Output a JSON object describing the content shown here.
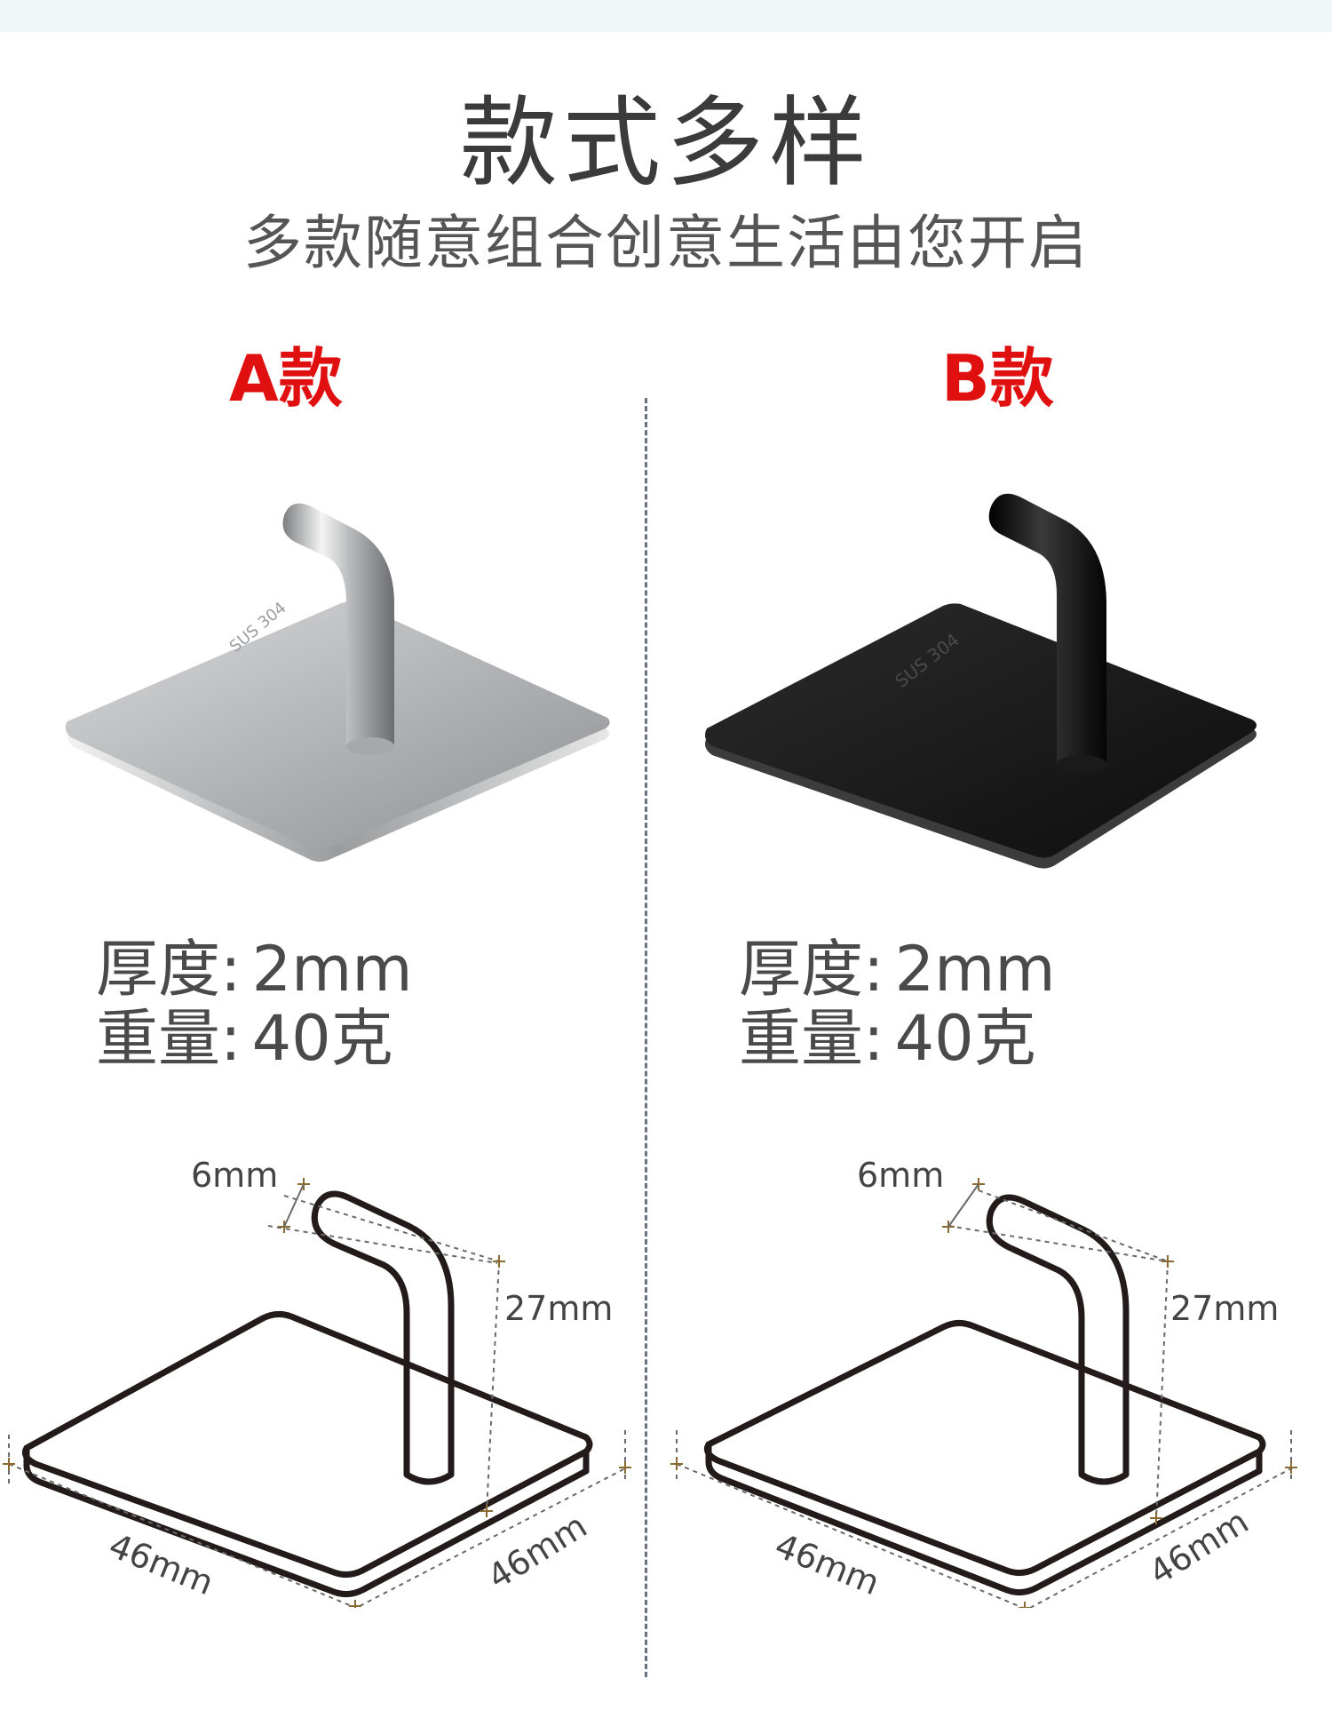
{
  "header": {
    "title": "款式多样",
    "subtitle": "多款随意组合创意生活由您开启"
  },
  "variants": [
    {
      "label": "A款",
      "finish": "brushed stainless steel",
      "engraving": "SUS 304",
      "specs": {
        "thickness_label": "厚度:",
        "thickness_value": "2mm",
        "weight_label": "重量:",
        "weight_value": "40克"
      },
      "dimensions": {
        "hook_diameter": "6mm",
        "hook_height": "27mm",
        "base_width": "46mm",
        "base_depth": "46mm"
      }
    },
    {
      "label": "B款",
      "finish": "matte black",
      "engraving": "SUS 304",
      "specs": {
        "thickness_label": "厚度:",
        "thickness_value": "2mm",
        "weight_label": "重量:",
        "weight_value": "40克"
      },
      "dimensions": {
        "hook_diameter": "6mm",
        "hook_height": "27mm",
        "base_width": "46mm",
        "base_depth": "46mm"
      }
    }
  ],
  "colors": {
    "variant_label": "#e01010",
    "title": "#3b3b3b",
    "subtitle": "#555555",
    "spec_text": "#4a4a4a",
    "divider": "#6a7180",
    "top_band": "#f1f6f9"
  }
}
